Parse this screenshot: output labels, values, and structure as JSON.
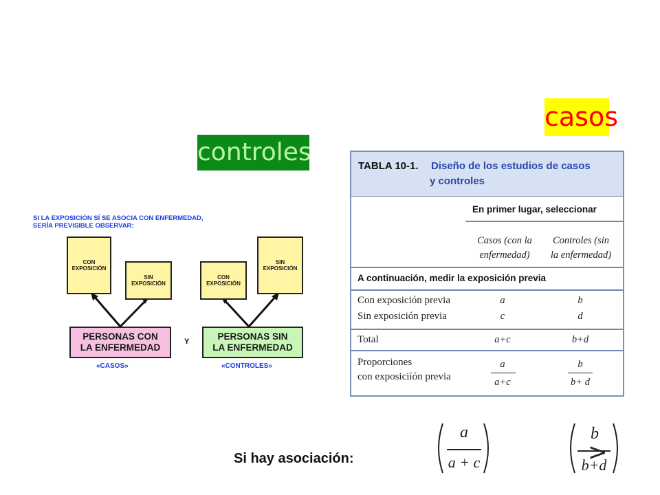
{
  "labels": {
    "casos": "casos",
    "controles": "controles"
  },
  "diagram": {
    "heading_line1": "SI LA EXPOSICIÓN SÍ SE ASOCIA CON ENFERMEDAD,",
    "heading_line2": "SERÍA PREVISIBLE OBSERVAR:",
    "left_tall": "CON EXPOSICIÓN",
    "left_short": "SIN EXPOSICIÓN",
    "right_short": "CON EXPOSICIÓN",
    "right_tall": "SIN EXPOSICIÓN",
    "cases_box_line1": "PERSONAS CON",
    "cases_box_line2": "LA ENFERMEDAD",
    "controls_box_line1": "PERSONAS SIN",
    "controls_box_line2": "LA ENFERMEDAD",
    "y_connector": "Y",
    "cases_caption": "«CASOS»",
    "controls_caption": "«CONTROLES»"
  },
  "table": {
    "title_number": "TABLA 10-1.",
    "title_text1": "Diseño de los estudios de casos",
    "title_text2": "y controles",
    "first_select": "En primer lugar, seleccionar",
    "col1_line1": "Casos (con la",
    "col1_line2": "enfermedad)",
    "col2_line1": "Controles (sin",
    "col2_line2": "la enfermedad)",
    "then_measure": "A continuación, medir la exposición previa",
    "rows": [
      {
        "label": "Con exposición previa",
        "c1": "a",
        "c2": "b"
      },
      {
        "label": "Sin exposición previa",
        "c1": "c",
        "c2": "d"
      }
    ],
    "total_label": "Total",
    "total_c1": "a+c",
    "total_c2": "b+d",
    "prop_line1": "Proporciones",
    "prop_line2": "con exposiciíón previa",
    "prop_c1_num": "a",
    "prop_c1_den": "a+c",
    "prop_c2_num": "b",
    "prop_c2_den": "b+ d"
  },
  "bottom": {
    "association_label": "Si hay asociación:",
    "frac1_num": "a",
    "frac1_den": "a + c",
    "comparator": ">",
    "frac2_num": "b",
    "frac2_den": "b+d"
  }
}
